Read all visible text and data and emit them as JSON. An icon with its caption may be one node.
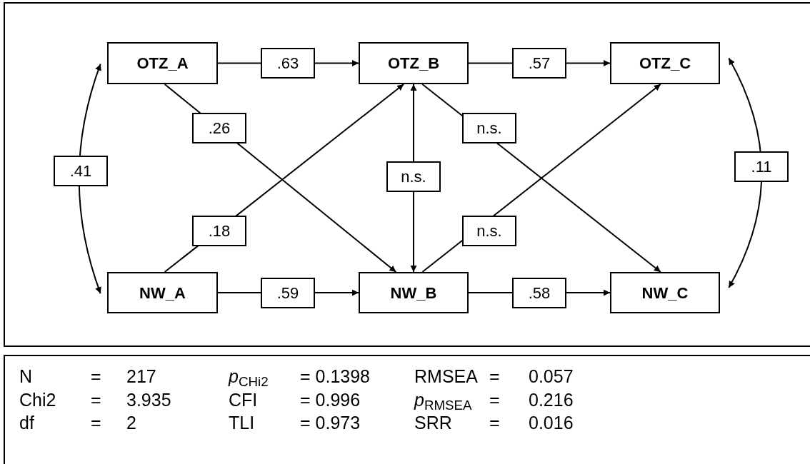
{
  "diagram": {
    "nodes": [
      {
        "text": [
          "OTZ_A"
        ]
      },
      {
        "text": [
          "OTZ_B"
        ]
      },
      {
        "text": [
          "OTZ_C"
        ]
      },
      {
        "text": [
          "NW_A"
        ]
      },
      {
        "text": [
          "NW_B"
        ]
      },
      {
        "text": [
          "NW_C"
        ]
      }
    ],
    "edges": [
      {
        "from": 0,
        "to": 1,
        "arrow": "to",
        "label": ".63"
      },
      {
        "from": 1,
        "to": 2,
        "arrow": "to",
        "label": ".57"
      },
      {
        "from": 3,
        "to": 4,
        "arrow": "to",
        "label": ".59"
      },
      {
        "from": 4,
        "to": 5,
        "arrow": "to",
        "label": ".58"
      },
      {
        "from": 0,
        "to": 4,
        "arrow": "to",
        "label": ".26"
      },
      {
        "from": 3,
        "to": 1,
        "arrow": "to",
        "label": ".18"
      },
      {
        "from": 1,
        "to": 4,
        "arrow": "both",
        "label": "n.s."
      },
      {
        "from": 1,
        "to": 5,
        "arrow": "to",
        "label": "n.s."
      },
      {
        "from": 4,
        "to": 2,
        "arrow": "to",
        "label": "n.s."
      },
      {
        "from": 0,
        "to": 3,
        "arrow": "both",
        "label": ".41"
      },
      {
        "from": 2,
        "to": 5,
        "arrow": "both",
        "label": ".11"
      }
    ],
    "labels": [
      "N",
      "=",
      "217",
      "*p*$_{CHi2}$",
      "= 0.1398",
      "RMSEA",
      "=",
      "0.057",
      "Chi2",
      "=",
      "3.935",
      "CFI",
      "= 0.996",
      "*p*$_{RMSEA}$",
      "=",
      "0.216",
      "df",
      "=",
      "2",
      "TLI",
      "= 0.973",
      "SRR",
      "=",
      "0.016"
    ]
  }
}
